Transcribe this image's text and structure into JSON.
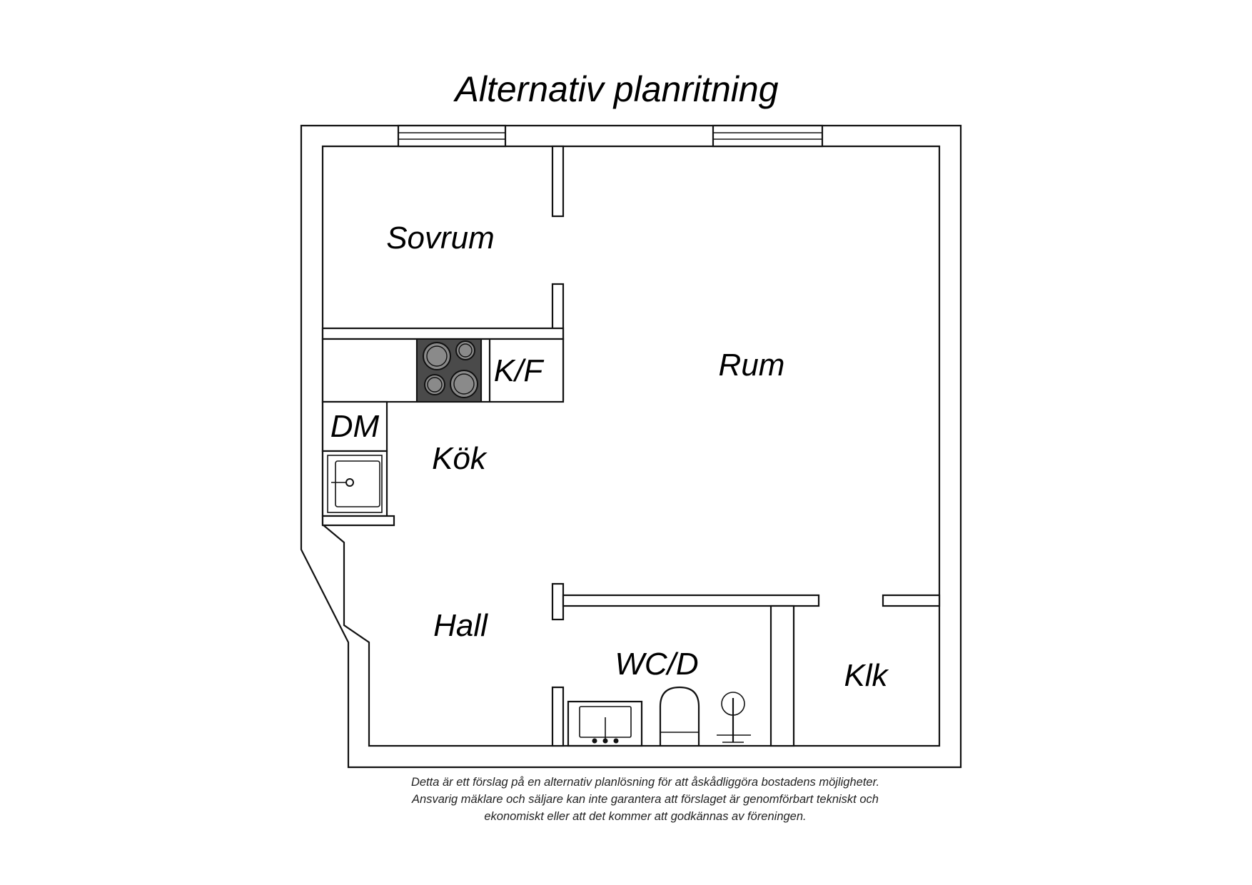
{
  "title": "Alternativ planritning",
  "rooms": {
    "sovrum": "Sovrum",
    "rum": "Rum",
    "kf": "K/F",
    "dm": "DM",
    "kok": "Kök",
    "hall": "Hall",
    "wcd": "WC/D",
    "klk": "Klk"
  },
  "disclaimer": [
    "Detta är ett förslag på en alternativ planlösning för att åskådliggöra bostadens möjligheter.",
    "Ansvarig mäklare och säljare kan inte garantera att förslaget är genomförbart tekniskt och",
    "ekonomiskt eller att det kommer att godkännas av föreningen."
  ],
  "colors": {
    "stove": "#4a4a4a",
    "burner": "#8a8a8a",
    "line": "#111111"
  }
}
